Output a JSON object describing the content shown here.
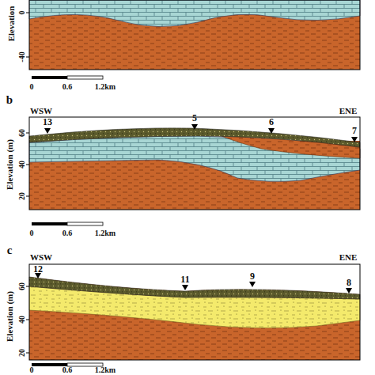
{
  "diagram": {
    "labels": [
      "Elevation",
      "0",
      "-40",
      "0",
      "0.6",
      "1.2km",
      "b",
      "WSW",
      "ENE",
      "13",
      "5",
      "6",
      "7",
      "Elevation (m)",
      "60",
      "40",
      "20",
      "0",
      "0.6",
      "1.2km",
      "c",
      "WSW",
      "ENE",
      "12",
      "11",
      "9",
      "8",
      "Elevation (m)",
      "60",
      "40",
      "20",
      "0",
      "0.6",
      "1.2km"
    ]
  }
}
